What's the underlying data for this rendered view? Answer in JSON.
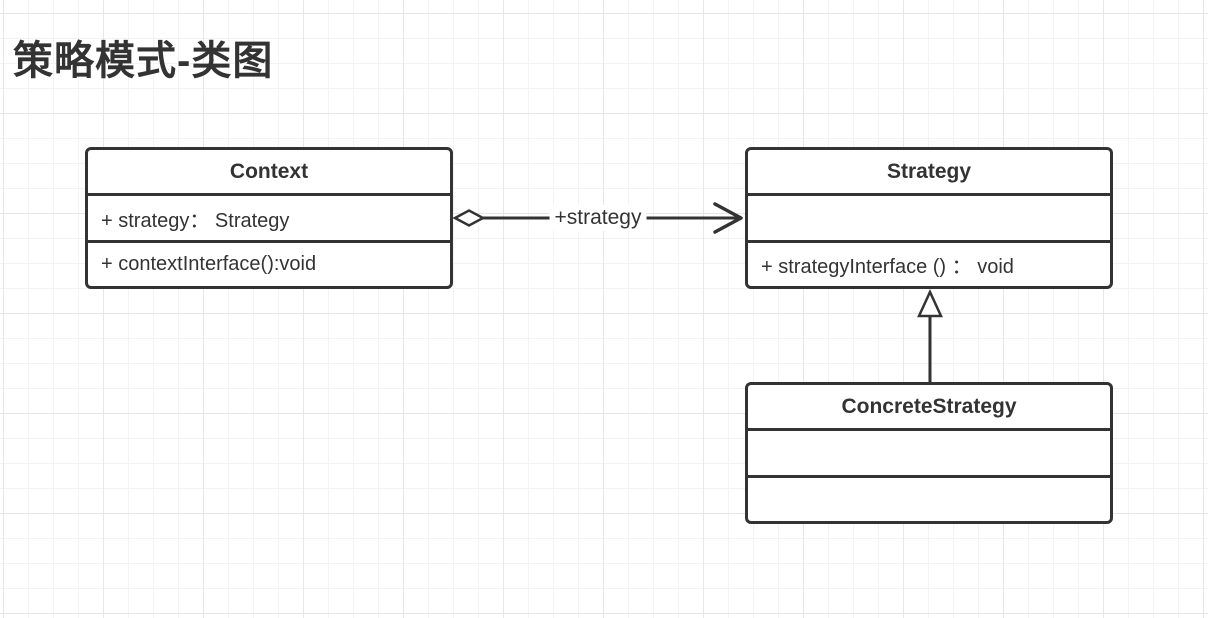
{
  "title": "策略模式-类图",
  "diagram": {
    "classes": [
      {
        "name": "Context",
        "rows": [
          "+ strategy： Strategy",
          "+ contextInterface():void"
        ]
      },
      {
        "name": "Strategy",
        "rows": [
          "",
          "+ strategyInterface () ： void"
        ]
      },
      {
        "name": "ConcreteStrategy",
        "rows": [
          "",
          ""
        ]
      }
    ],
    "connectors": [
      {
        "type": "aggregation-arrow",
        "label": "+strategy",
        "from": "Context",
        "to": "Strategy"
      },
      {
        "type": "inheritance",
        "label": "",
        "from": "ConcreteStrategy",
        "to": "Strategy"
      }
    ]
  },
  "colors": {
    "stroke": "#333333",
    "text": "#333333",
    "background": "#ffffff",
    "grid_minor": "#f3f3f3",
    "grid_major": "#e7e7e7"
  }
}
